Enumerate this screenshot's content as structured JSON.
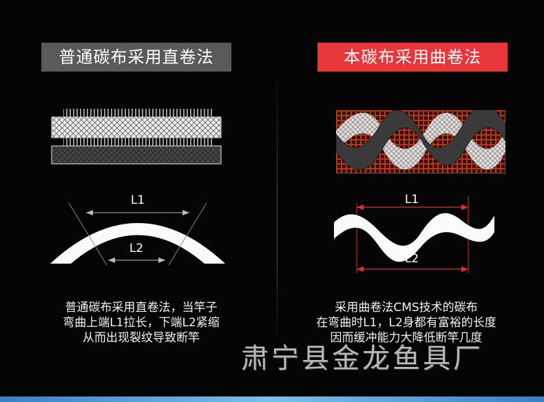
{
  "left": {
    "title": "普通碳布采用直卷法",
    "label_top": "L1",
    "label_bottom": "L2",
    "description": [
      "普通碳布采用直卷法，当竿子",
      "弯曲上端L1拉长，下端L2紧缩",
      "从而出现裂纹导致断竿"
    ]
  },
  "right": {
    "title": "本碳布采用曲卷法",
    "label_top": "L1",
    "label_bottom": "L2",
    "description": [
      "采用曲卷法CMS技术的碳布",
      "在弯曲时L1，L2身都有富裕的长度",
      "因而缓冲能力大降低断竿几度"
    ]
  },
  "watermark": "肃宁县金龙鱼具厂",
  "colors": {
    "accent_red": "#e8363a",
    "title_gray": "#5a5a5a",
    "arrow_red": "#e03030",
    "grid_red": "#b23a1c"
  }
}
